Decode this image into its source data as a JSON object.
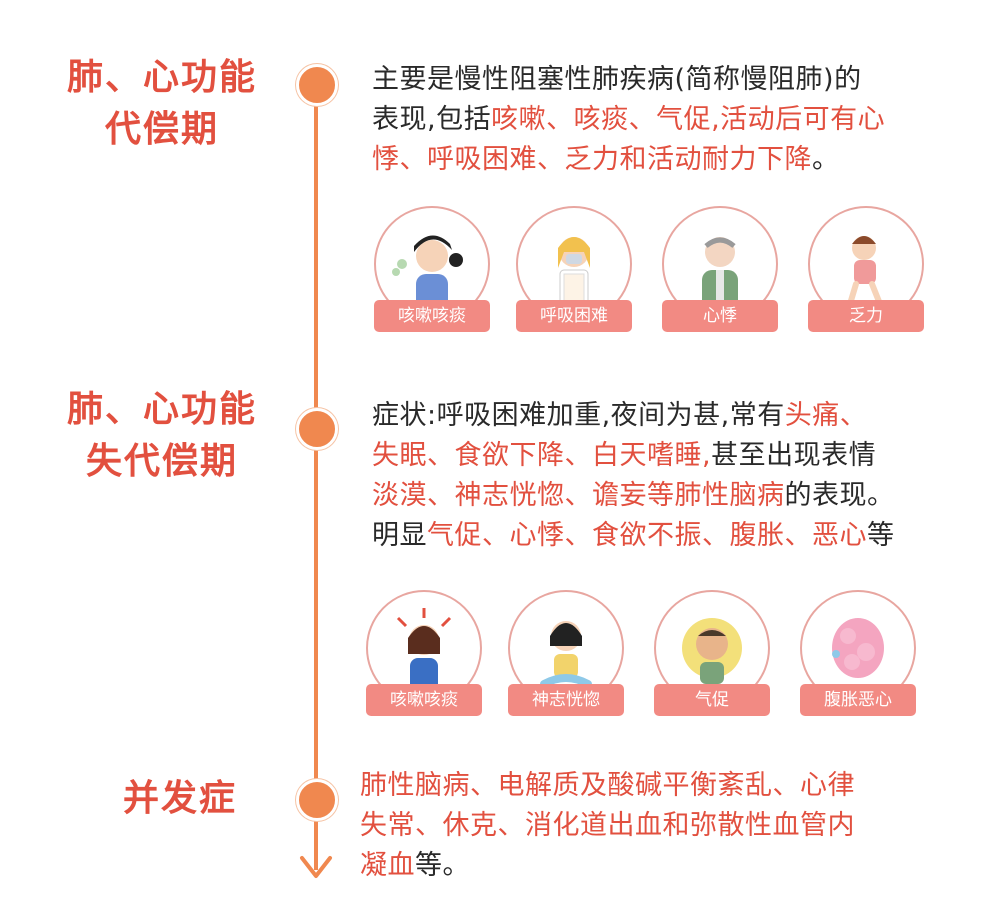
{
  "colors": {
    "accent": "#f0884f",
    "highlight": "#e2503f",
    "tag_bg": "#f28a83",
    "text": "#2a2a2a"
  },
  "stages": [
    {
      "title_lines": [
        "肺、心功能",
        "代偿期"
      ],
      "desc_lines": [
        [
          {
            "t": "主要是慢性阻塞性肺疾病(简称慢阻肺)的",
            "hl": false
          }
        ],
        [
          {
            "t": "表现,包括",
            "hl": false
          },
          {
            "t": "咳嗽、咳痰、气促,活动后可有心",
            "hl": true
          }
        ],
        [
          {
            "t": "悸、呼吸困难、乏力和活动耐力下降",
            "hl": true
          },
          {
            "t": "。",
            "hl": false
          }
        ]
      ],
      "cards": [
        {
          "label": "咳嗽咳痰",
          "icon": "coughing-woman-icon"
        },
        {
          "label": "呼吸困难",
          "icon": "breathing-difficulty-girl-icon"
        },
        {
          "label": "心悸",
          "icon": "elderly-man-palpitation-icon"
        },
        {
          "label": "乏力",
          "icon": "fatigued-person-icon"
        }
      ]
    },
    {
      "title_lines": [
        "肺、心功能",
        "失代偿期"
      ],
      "desc_lines": [
        [
          {
            "t": "症状:呼吸困难加重,夜间为甚,常有",
            "hl": false
          },
          {
            "t": "头痛、",
            "hl": true
          }
        ],
        [
          {
            "t": "失眠、食欲下降、白天嗜睡,",
            "hl": true
          },
          {
            "t": "甚至出现表情",
            "hl": false
          }
        ],
        [
          {
            "t": "淡漠、神志恍惚、谵妄等肺性脑病",
            "hl": true
          },
          {
            "t": "的表现。",
            "hl": false
          }
        ],
        [
          {
            "t": "明显",
            "hl": false
          },
          {
            "t": "气促、心悸、食欲不振、腹胀、恶心",
            "hl": true
          },
          {
            "t": "等",
            "hl": false
          }
        ]
      ],
      "cards": [
        {
          "label": "咳嗽咳痰",
          "icon": "headache-woman-icon"
        },
        {
          "label": "神志恍惚",
          "icon": "confused-child-icon"
        },
        {
          "label": "气促",
          "icon": "shortness-of-breath-man-icon"
        },
        {
          "label": "腹胀恶心",
          "icon": "bloated-stomach-icon"
        }
      ]
    },
    {
      "title_lines": [
        "并发症"
      ],
      "desc_lines": [
        [
          {
            "t": "肺性脑病、电解质及酸碱平衡紊乱、心律",
            "hl": true
          }
        ],
        [
          {
            "t": "失常、休克、消化道出血和弥散性血管内",
            "hl": true
          }
        ],
        [
          {
            "t": "凝血",
            "hl": true
          },
          {
            "t": "等。",
            "hl": false
          }
        ]
      ],
      "cards": []
    }
  ]
}
